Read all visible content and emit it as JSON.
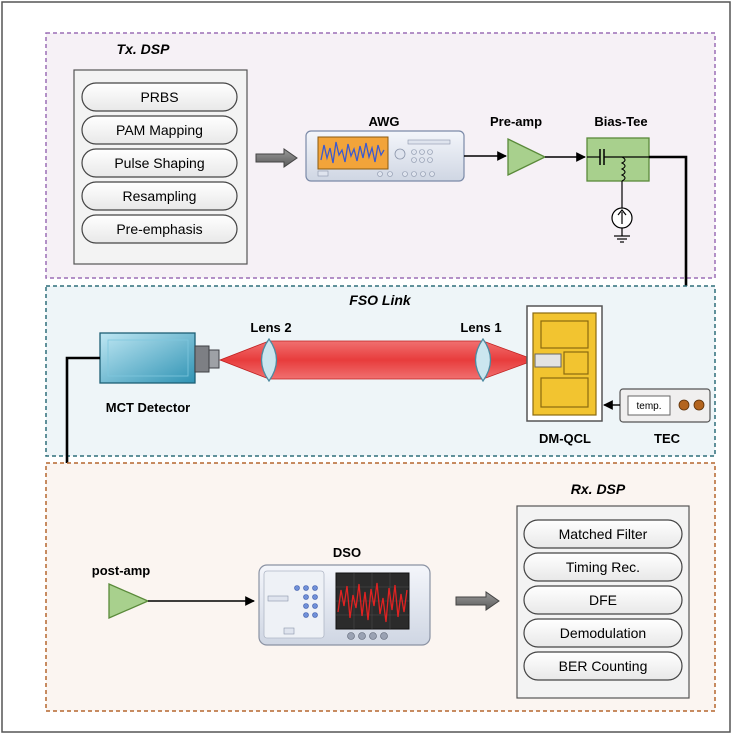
{
  "tx": {
    "title": "Tx. DSP",
    "steps": [
      "PRBS",
      "PAM Mapping",
      "Pulse Shaping",
      "Resampling",
      "Pre-emphasis"
    ]
  },
  "awg_label": "AWG",
  "preamp_label": "Pre-amp",
  "biastee_label": "Bias-Tee",
  "fso_title": "FSO Link",
  "lens1_label": "Lens 1",
  "lens2_label": "Lens 2",
  "mct_label": "MCT Detector",
  "qcl_label": "DM-QCL",
  "tec_label": "TEC",
  "tec_display": "temp.",
  "rx": {
    "title": "Rx. DSP",
    "steps": [
      "Matched Filter",
      "Timing Rec.",
      "DFE",
      "Demodulation",
      "BER Counting"
    ]
  },
  "postamp_label": "post-amp",
  "dso_label": "DSO",
  "colors": {
    "tx_border": "#9b6fb5",
    "tx_fill": "#f6f1f6",
    "fso_border": "#2e6f7a",
    "fso_fill": "#eef5f8",
    "rx_border": "#b5672f",
    "rx_fill": "#fbf5f1",
    "beam": "#e84040",
    "amp": "#a8d08d",
    "qcl_gold": "#f2c430",
    "detector": "#3aa8c8"
  }
}
